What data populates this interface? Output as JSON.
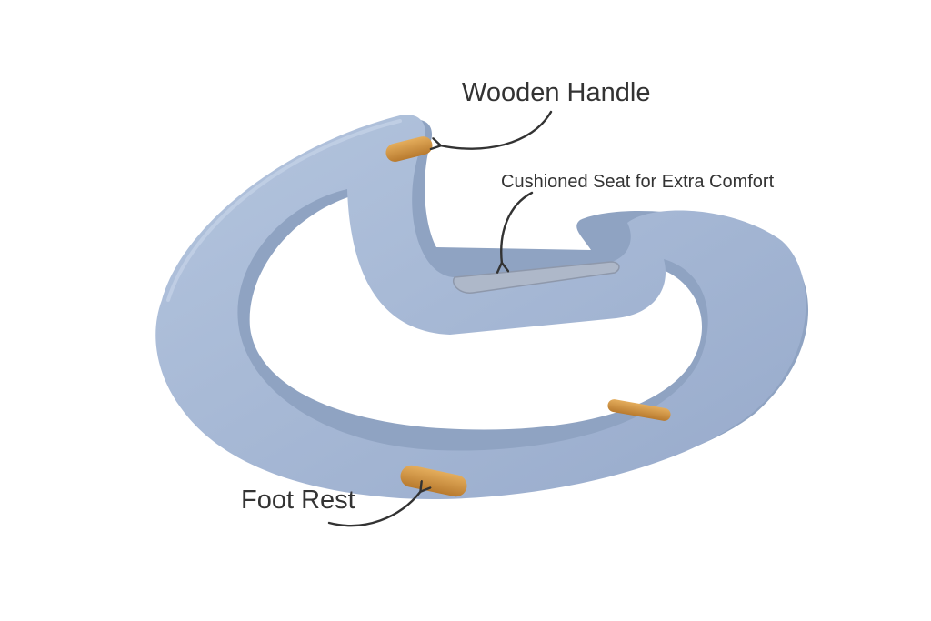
{
  "labels": {
    "wooden_handle": "Wooden Handle",
    "cushioned_seat": "Cushioned Seat for Extra Comfort",
    "foot_rest": "Foot Rest"
  },
  "colors": {
    "frame": "#a9bbd6",
    "frame_shadow": "#8fa3c2",
    "frame_edge": "#c3d1e6",
    "wood": "#d59a4a",
    "wood_dark": "#b87a2e",
    "cushion": "#aeb8c9",
    "arrow": "#333333",
    "text": "#333333"
  },
  "icons": {
    "handle_arrow": "curved-arrow-icon",
    "seat_arrow": "curved-arrow-icon",
    "foot_arrow": "curved-arrow-icon"
  }
}
